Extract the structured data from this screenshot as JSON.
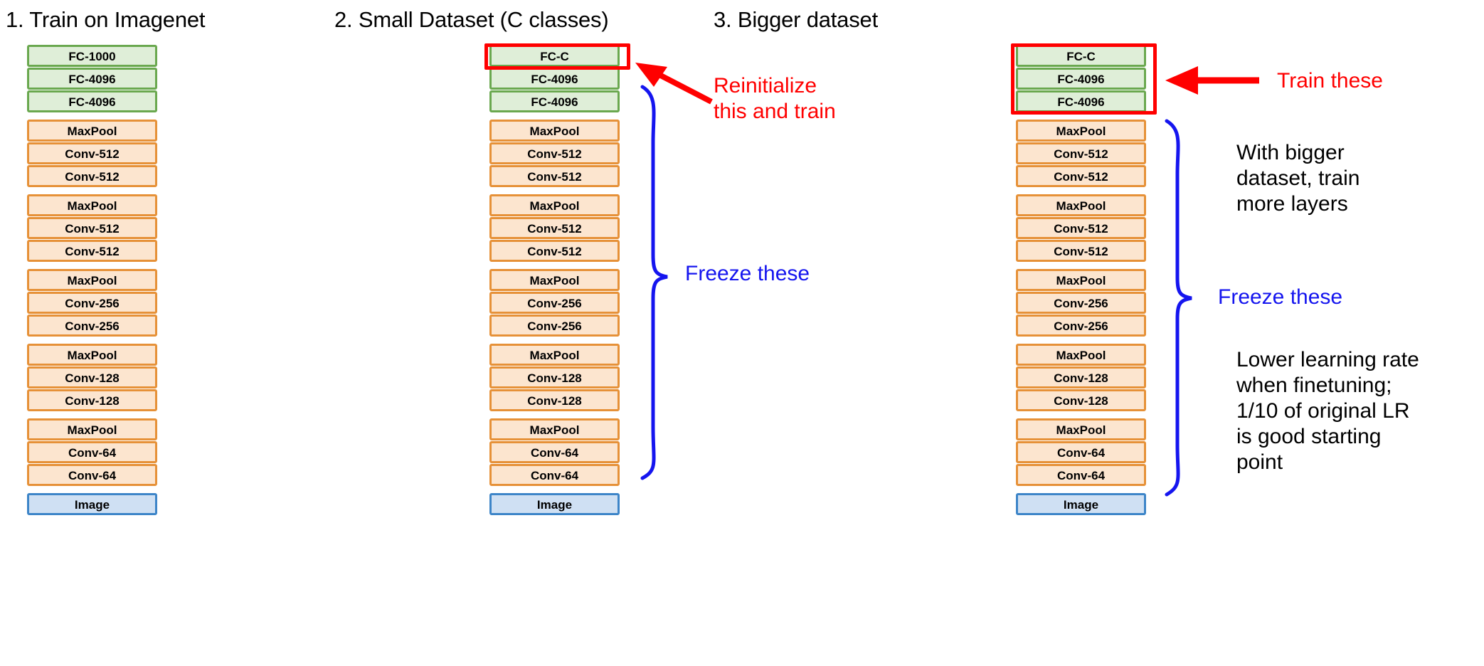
{
  "columns": [
    {
      "title": "1. Train on Imagenet",
      "layers": [
        {
          "label": "FC-1000",
          "kind": "fc"
        },
        {
          "label": "FC-4096",
          "kind": "fc"
        },
        {
          "label": "FC-4096",
          "kind": "fc",
          "groupEnd": true
        },
        {
          "label": "MaxPool",
          "kind": "conv"
        },
        {
          "label": "Conv-512",
          "kind": "conv"
        },
        {
          "label": "Conv-512",
          "kind": "conv",
          "groupEnd": true
        },
        {
          "label": "MaxPool",
          "kind": "conv"
        },
        {
          "label": "Conv-512",
          "kind": "conv"
        },
        {
          "label": "Conv-512",
          "kind": "conv",
          "groupEnd": true
        },
        {
          "label": "MaxPool",
          "kind": "conv"
        },
        {
          "label": "Conv-256",
          "kind": "conv"
        },
        {
          "label": "Conv-256",
          "kind": "conv",
          "groupEnd": true
        },
        {
          "label": "MaxPool",
          "kind": "conv"
        },
        {
          "label": "Conv-128",
          "kind": "conv"
        },
        {
          "label": "Conv-128",
          "kind": "conv",
          "groupEnd": true
        },
        {
          "label": "MaxPool",
          "kind": "conv"
        },
        {
          "label": "Conv-64",
          "kind": "conv"
        },
        {
          "label": "Conv-64",
          "kind": "conv",
          "groupEnd": true
        },
        {
          "label": "Image",
          "kind": "image"
        }
      ]
    },
    {
      "title": "2. Small Dataset (C classes)",
      "layers": [
        {
          "label": "FC-C",
          "kind": "fc"
        },
        {
          "label": "FC-4096",
          "kind": "fc"
        },
        {
          "label": "FC-4096",
          "kind": "fc",
          "groupEnd": true
        },
        {
          "label": "MaxPool",
          "kind": "conv"
        },
        {
          "label": "Conv-512",
          "kind": "conv"
        },
        {
          "label": "Conv-512",
          "kind": "conv",
          "groupEnd": true
        },
        {
          "label": "MaxPool",
          "kind": "conv"
        },
        {
          "label": "Conv-512",
          "kind": "conv"
        },
        {
          "label": "Conv-512",
          "kind": "conv",
          "groupEnd": true
        },
        {
          "label": "MaxPool",
          "kind": "conv"
        },
        {
          "label": "Conv-256",
          "kind": "conv"
        },
        {
          "label": "Conv-256",
          "kind": "conv",
          "groupEnd": true
        },
        {
          "label": "MaxPool",
          "kind": "conv"
        },
        {
          "label": "Conv-128",
          "kind": "conv"
        },
        {
          "label": "Conv-128",
          "kind": "conv",
          "groupEnd": true
        },
        {
          "label": "MaxPool",
          "kind": "conv"
        },
        {
          "label": "Conv-64",
          "kind": "conv"
        },
        {
          "label": "Conv-64",
          "kind": "conv",
          "groupEnd": true
        },
        {
          "label": "Image",
          "kind": "image"
        }
      ]
    },
    {
      "title": "3. Bigger dataset",
      "layers": [
        {
          "label": "FC-C",
          "kind": "fc"
        },
        {
          "label": "FC-4096",
          "kind": "fc"
        },
        {
          "label": "FC-4096",
          "kind": "fc",
          "groupEnd": true
        },
        {
          "label": "MaxPool",
          "kind": "conv"
        },
        {
          "label": "Conv-512",
          "kind": "conv"
        },
        {
          "label": "Conv-512",
          "kind": "conv",
          "groupEnd": true
        },
        {
          "label": "MaxPool",
          "kind": "conv"
        },
        {
          "label": "Conv-512",
          "kind": "conv"
        },
        {
          "label": "Conv-512",
          "kind": "conv",
          "groupEnd": true
        },
        {
          "label": "MaxPool",
          "kind": "conv"
        },
        {
          "label": "Conv-256",
          "kind": "conv"
        },
        {
          "label": "Conv-256",
          "kind": "conv",
          "groupEnd": true
        },
        {
          "label": "MaxPool",
          "kind": "conv"
        },
        {
          "label": "Conv-128",
          "kind": "conv"
        },
        {
          "label": "Conv-128",
          "kind": "conv",
          "groupEnd": true
        },
        {
          "label": "MaxPool",
          "kind": "conv"
        },
        {
          "label": "Conv-64",
          "kind": "conv"
        },
        {
          "label": "Conv-64",
          "kind": "conv",
          "groupEnd": true
        },
        {
          "label": "Image",
          "kind": "image"
        }
      ]
    }
  ],
  "annotations": {
    "reinitialize": "Reinitialize\nthis and train",
    "freeze_small": "Freeze these",
    "train_these": "Train these",
    "bigger_dataset_note": "With bigger\ndataset, train\nmore layers",
    "freeze_big": "Freeze these",
    "lr_note": "Lower learning rate\nwhen finetuning;\n1/10 of original LR\nis good starting\npoint"
  },
  "colors": {
    "fc_fill": "#dfeed8",
    "fc_border": "#6aa84f",
    "conv_fill": "#fce5cf",
    "conv_border": "#e69138",
    "image_fill": "#cfe0f3",
    "image_border": "#3d85c8",
    "highlight": "#ff0000",
    "brace": "#1515ef",
    "text": "#000000"
  }
}
